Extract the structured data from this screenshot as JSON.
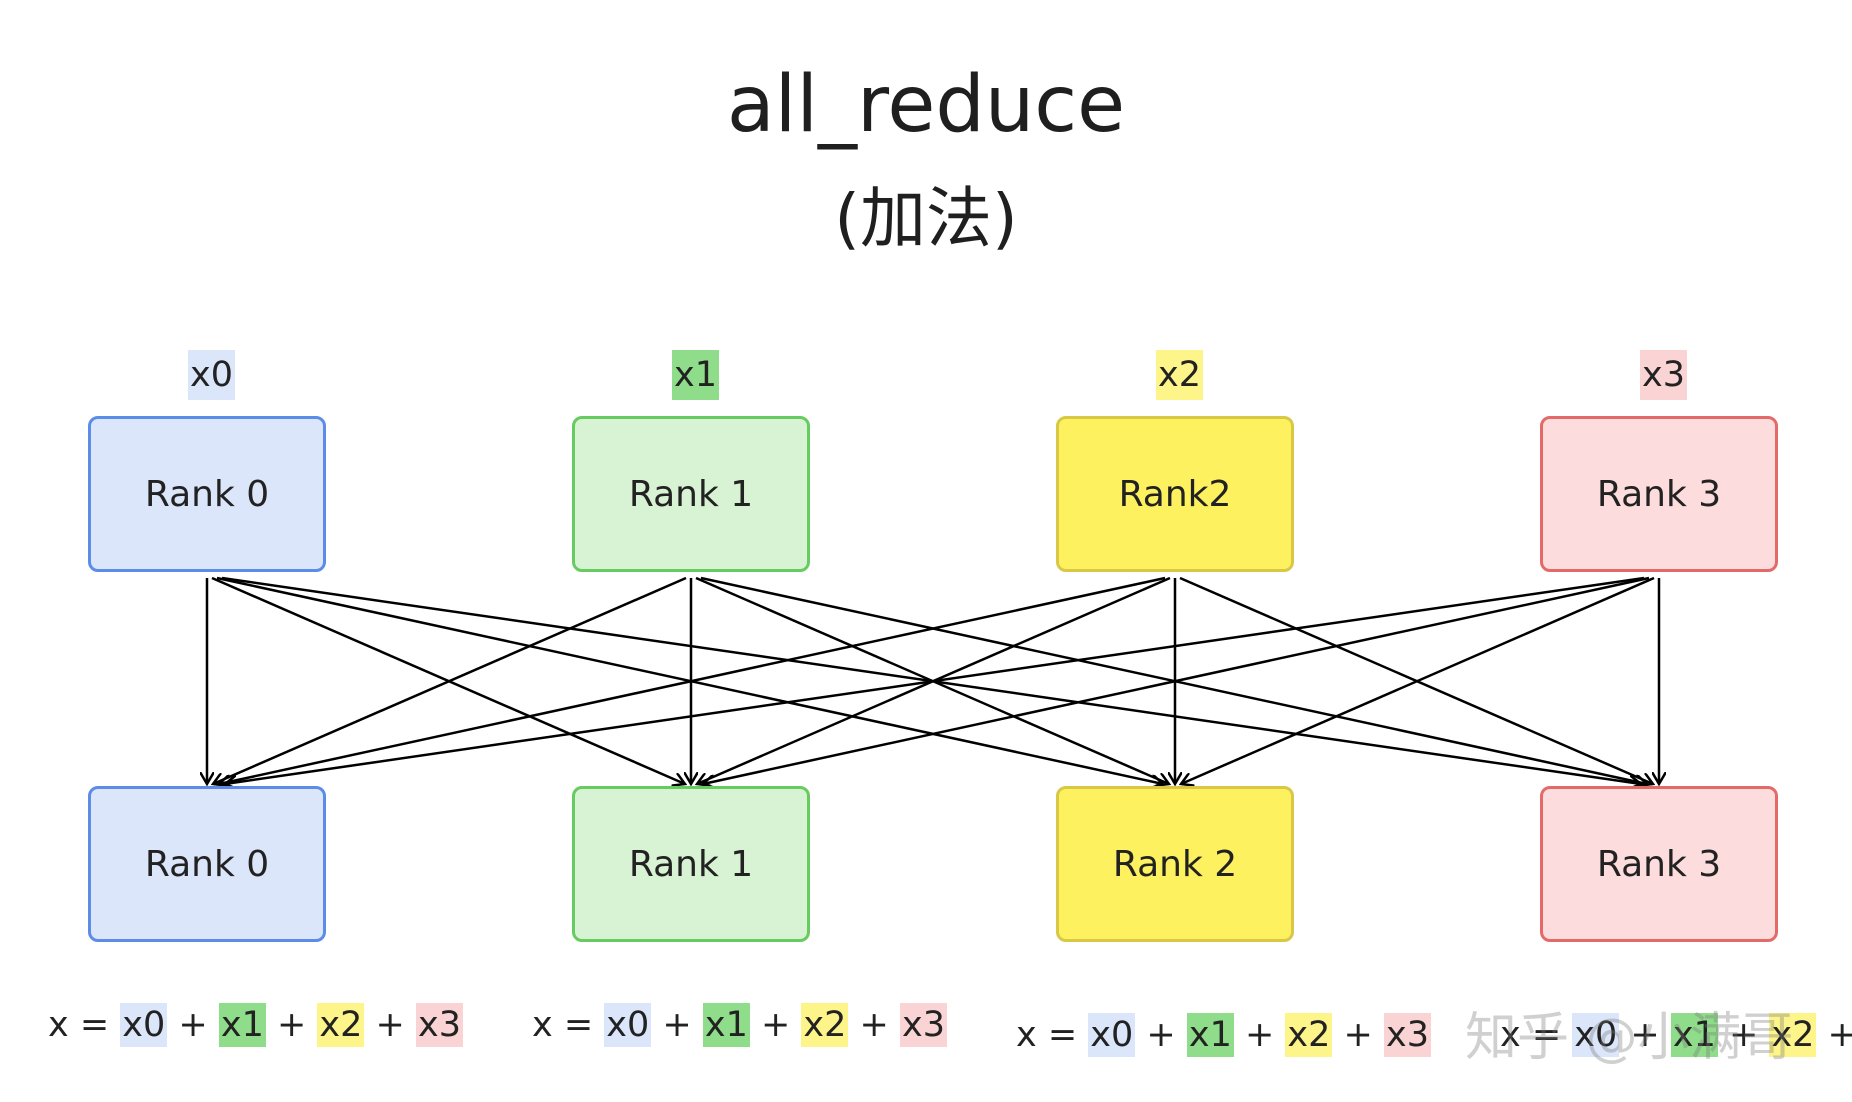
{
  "title": "all_reduce",
  "subtitle": "(加法)",
  "colors": {
    "blue_fill": "#dbe6fb",
    "blue_border": "#5b8de8",
    "green_fill": "#d8f3d3",
    "green_border": "#66cc60",
    "yellow_fill": "#fdf15f",
    "yellow_border": "#d8c845",
    "red_fill": "#fcdcdc",
    "red_border": "#e46a6a",
    "tag_blue": "#dbe6fb",
    "tag_green": "#8fdc8b",
    "tag_yellow": "#fdf48a",
    "tag_red": "#fad4d4"
  },
  "inputs": [
    "x0",
    "x1",
    "x2",
    "x3"
  ],
  "top_ranks": [
    "Rank 0",
    "Rank 1",
    "Rank2",
    "Rank 3"
  ],
  "bottom_ranks": [
    "Rank 0",
    "Rank 1",
    "Rank 2",
    "Rank 3"
  ],
  "formula": {
    "lhs": "x = ",
    "terms": [
      "x0",
      "x1",
      "x2",
      "x3"
    ],
    "op": " + "
  },
  "watermark": "知乎 @小满哥"
}
